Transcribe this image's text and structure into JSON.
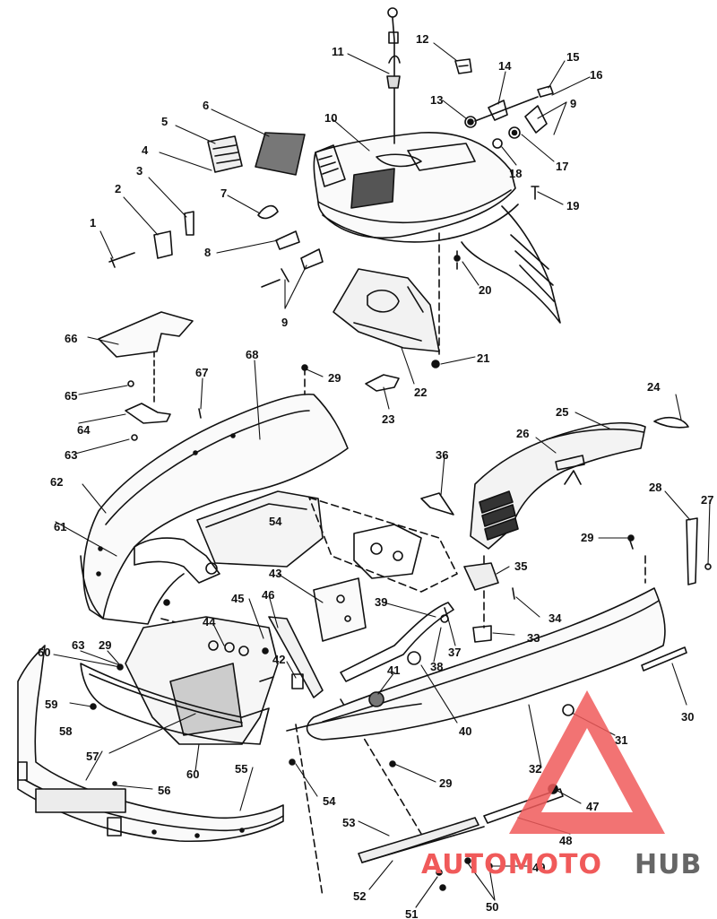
{
  "diagram": {
    "callouts": [
      {
        "id": "c1",
        "text": "1"
      },
      {
        "id": "c2",
        "text": "2"
      },
      {
        "id": "c3",
        "text": "3"
      },
      {
        "id": "c4",
        "text": "4"
      },
      {
        "id": "c5",
        "text": "5"
      },
      {
        "id": "c6",
        "text": "6"
      },
      {
        "id": "c7",
        "text": "7"
      },
      {
        "id": "c8",
        "text": "8"
      },
      {
        "id": "c9a",
        "text": "9"
      },
      {
        "id": "c9b",
        "text": "9"
      },
      {
        "id": "c10",
        "text": "10"
      },
      {
        "id": "c11",
        "text": "11"
      },
      {
        "id": "c12",
        "text": "12"
      },
      {
        "id": "c13",
        "text": "13"
      },
      {
        "id": "c14",
        "text": "14"
      },
      {
        "id": "c15",
        "text": "15"
      },
      {
        "id": "c16",
        "text": "16"
      },
      {
        "id": "c17",
        "text": "17"
      },
      {
        "id": "c18",
        "text": "18"
      },
      {
        "id": "c19",
        "text": "19"
      },
      {
        "id": "c20",
        "text": "20"
      },
      {
        "id": "c21",
        "text": "21"
      },
      {
        "id": "c22",
        "text": "22"
      },
      {
        "id": "c23",
        "text": "23"
      },
      {
        "id": "c24",
        "text": "24"
      },
      {
        "id": "c25",
        "text": "25"
      },
      {
        "id": "c26",
        "text": "26"
      },
      {
        "id": "c27",
        "text": "27"
      },
      {
        "id": "c28",
        "text": "28"
      },
      {
        "id": "c29a",
        "text": "29"
      },
      {
        "id": "c29b",
        "text": "29"
      },
      {
        "id": "c29c",
        "text": "29"
      },
      {
        "id": "c29d",
        "text": "29"
      },
      {
        "id": "c30",
        "text": "30"
      },
      {
        "id": "c31",
        "text": "31"
      },
      {
        "id": "c32",
        "text": "32"
      },
      {
        "id": "c33",
        "text": "33"
      },
      {
        "id": "c34",
        "text": "34"
      },
      {
        "id": "c35",
        "text": "35"
      },
      {
        "id": "c36",
        "text": "36"
      },
      {
        "id": "c37",
        "text": "37"
      },
      {
        "id": "c38",
        "text": "38"
      },
      {
        "id": "c39",
        "text": "39"
      },
      {
        "id": "c40",
        "text": "40"
      },
      {
        "id": "c41",
        "text": "41"
      },
      {
        "id": "c42",
        "text": "42"
      },
      {
        "id": "c43",
        "text": "43"
      },
      {
        "id": "c44",
        "text": "44"
      },
      {
        "id": "c45",
        "text": "45"
      },
      {
        "id": "c46",
        "text": "46"
      },
      {
        "id": "c47",
        "text": "47"
      },
      {
        "id": "c48",
        "text": "48"
      },
      {
        "id": "c49",
        "text": "49"
      },
      {
        "id": "c50",
        "text": "50"
      },
      {
        "id": "c51",
        "text": "51"
      },
      {
        "id": "c52",
        "text": "52"
      },
      {
        "id": "c53",
        "text": "53"
      },
      {
        "id": "c54a",
        "text": "54"
      },
      {
        "id": "c54b",
        "text": "54"
      },
      {
        "id": "c55",
        "text": "55"
      },
      {
        "id": "c56",
        "text": "56"
      },
      {
        "id": "c57",
        "text": "57"
      },
      {
        "id": "c58",
        "text": "58"
      },
      {
        "id": "c59",
        "text": "59"
      },
      {
        "id": "c60a",
        "text": "60"
      },
      {
        "id": "c60b",
        "text": "60"
      },
      {
        "id": "c61",
        "text": "61"
      },
      {
        "id": "c62",
        "text": "62"
      },
      {
        "id": "c63a",
        "text": "63"
      },
      {
        "id": "c63b",
        "text": "63"
      },
      {
        "id": "c64",
        "text": "64"
      },
      {
        "id": "c65",
        "text": "65"
      },
      {
        "id": "c66",
        "text": "66"
      },
      {
        "id": "c67",
        "text": "67"
      },
      {
        "id": "c68",
        "text": "68"
      }
    ]
  },
  "watermark": {
    "brand_red": "AUTOMOTO",
    "brand_gray": "HUB",
    "color_red": "#f05a5a",
    "color_gray": "#666666"
  }
}
